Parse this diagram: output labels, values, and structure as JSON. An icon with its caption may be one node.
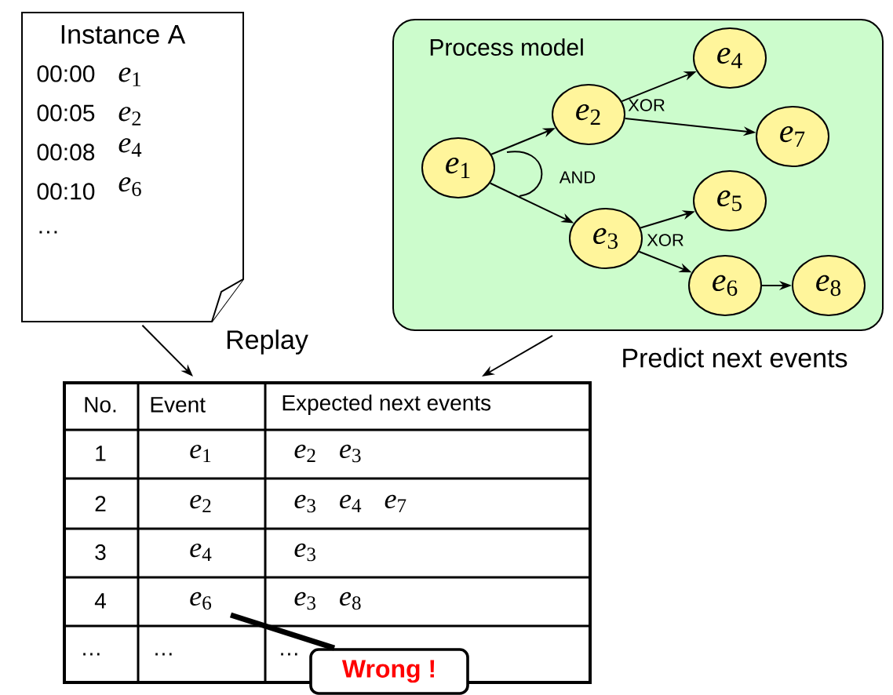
{
  "diagram": {
    "nodes": [
      {
        "text": [
          "Instance A",
          "00:00",
          "*e*$_{1}$",
          "00:05",
          "*e*$_{2}$",
          "00:08",
          "*e*$_{4}$",
          "00:10",
          "*e*$_{6}$",
          "…"
        ]
      },
      {
        "text": [
          "Process model"
        ]
      },
      {
        "text": [
          "*e*$_{1}$"
        ],
        "in": 1
      },
      {
        "text": [
          "*e*$_{2}$"
        ],
        "in": 1
      },
      {
        "text": [
          "*e*$_{3}$"
        ],
        "in": 1
      },
      {
        "text": [
          "*e*$_{4}$"
        ],
        "in": 1
      },
      {
        "text": [
          "*e*$_{5}$"
        ],
        "in": 1
      },
      {
        "text": [
          "*e*$_{6}$"
        ],
        "in": 1
      },
      {
        "text": [
          "*e*$_{7}$"
        ],
        "in": 1
      },
      {
        "text": [
          "*e*$_{8}$"
        ],
        "in": 1
      },
      {
        "text": [],
        "shape": "box"
      },
      {
        "text": [
          "Wrong !"
        ]
      }
    ],
    "edges": [
      {
        "from": 0,
        "to": 10,
        "arrow": "to",
        "label": "Replay"
      },
      {
        "from": 1,
        "to": 10,
        "arrow": "to",
        "label": "Predict next events"
      },
      {
        "from": 2,
        "to": 3,
        "arrow": "to"
      },
      {
        "from": 2,
        "to": 4,
        "arrow": "to"
      },
      {
        "from": 3,
        "to": 5,
        "arrow": "to"
      },
      {
        "from": 3,
        "to": 8,
        "arrow": "to"
      },
      {
        "from": 4,
        "to": 6,
        "arrow": "to"
      },
      {
        "from": 4,
        "to": 7,
        "arrow": "to"
      },
      {
        "from": 7,
        "to": 9,
        "arrow": "to"
      },
      {
        "from": 11,
        "to": 10,
        "arrow": "none",
        "style": "thick"
      }
    ],
    "labels": [
      "AND",
      "XOR",
      "XOR",
      "No.",
      "Event",
      "Expected next events",
      "1",
      "*e*$_{1}$",
      "*e*$_{2}$ *e*$_{3}$",
      "2",
      "*e*$_{2}$",
      "*e*$_{3}$ *e*$_{4}$ *e*$_{7}$",
      "3",
      "*e*$_{4}$",
      "*e*$_{3}$",
      "4",
      "*e*$_{6}$",
      "*e*$_{3}$ *e*$_{8}$",
      "…",
      "…",
      "…"
    ]
  }
}
